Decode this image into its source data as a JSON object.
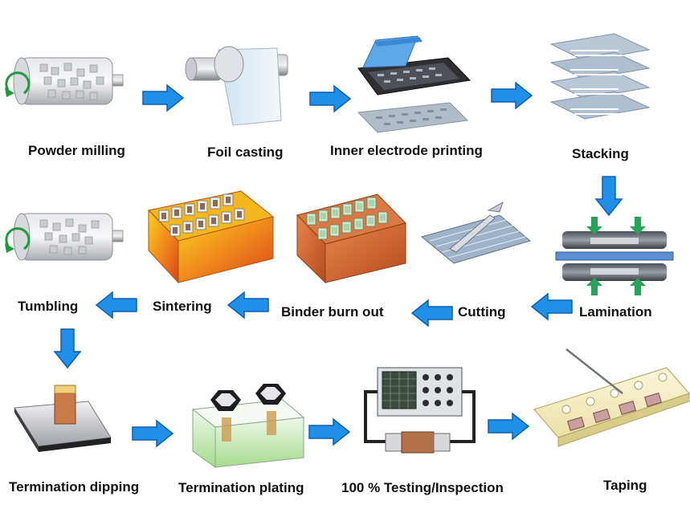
{
  "steps": {
    "powder_milling": "Powder milling",
    "foil_casting": "Foil casting",
    "inner_electrode_printing": "Inner electrode printing",
    "stacking": "Stacking",
    "lamination": "Lamination",
    "cutting": "Cutting",
    "binder_burn_out": "Binder burn out",
    "sintering": "Sintering",
    "tumbling": "Tumbling",
    "termination_dipping": "Termination dipping",
    "termination_plating": "Termination plating",
    "testing_inspection": "100 % Testing/Inspection",
    "taping": "Taping"
  },
  "colors": {
    "arrow": "#1f8fe8",
    "arrow_edge": "#0d5fb0",
    "kiln_hot": "#e8621a",
    "kiln_warm": "#f7c21e",
    "ceramic_grey": "#b8bcc4",
    "electrode_blue": "#7fa9d6"
  }
}
